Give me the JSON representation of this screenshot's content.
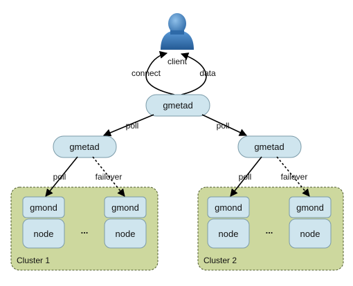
{
  "diagram": {
    "client_label": "client",
    "connect_label": "connect",
    "data_label": "data",
    "top_gmetad": "gmetad",
    "left_gmetad": "gmetad",
    "right_gmetad": "gmetad",
    "poll_left": "poll",
    "poll_right": "poll",
    "poll_c1": "poll",
    "failover_c1": "failover",
    "poll_c2": "poll",
    "failover_c2": "failover",
    "cluster1": {
      "label": "Cluster 1",
      "gmond_a": "gmond",
      "node_a": "node",
      "gmond_b": "gmond",
      "node_b": "node",
      "ellipsis": "..."
    },
    "cluster2": {
      "label": "Cluster 2",
      "gmond_a": "gmond",
      "node_a": "node",
      "gmond_b": "gmond",
      "node_b": "node",
      "ellipsis": "..."
    }
  },
  "colors": {
    "box_fill": "#cfe5ee",
    "cluster_fill": "#cdd89e",
    "client_icon": "#3f7fc0"
  }
}
